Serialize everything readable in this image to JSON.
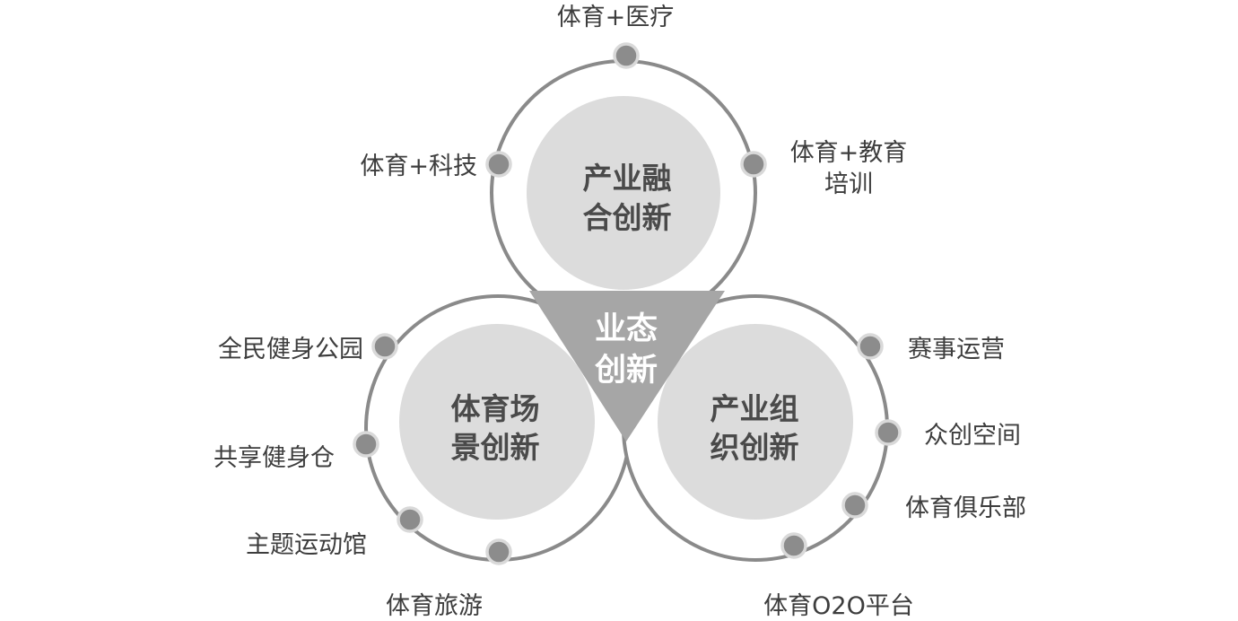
{
  "center": {
    "line1": "业态",
    "line2": "创新"
  },
  "clusters": {
    "top": {
      "line1": "产业融",
      "line2": "合创新"
    },
    "left": {
      "line1": "体育场",
      "line2": "景创新"
    },
    "right": {
      "line1": "产业组",
      "line2": "织创新"
    }
  },
  "labels": {
    "medical": "体育+医疗",
    "tech": "体育+科技",
    "edu_line1": "体育+教育",
    "edu_line2": "培训",
    "park": "全民健身公园",
    "shared_gym": "共享健身仓",
    "theme_venue": "主题运动馆",
    "tourism": "体育旅游",
    "events": "赛事运营",
    "cospace": "众创空间",
    "club": "体育俱乐部",
    "o2o": "体育O2O平台"
  }
}
